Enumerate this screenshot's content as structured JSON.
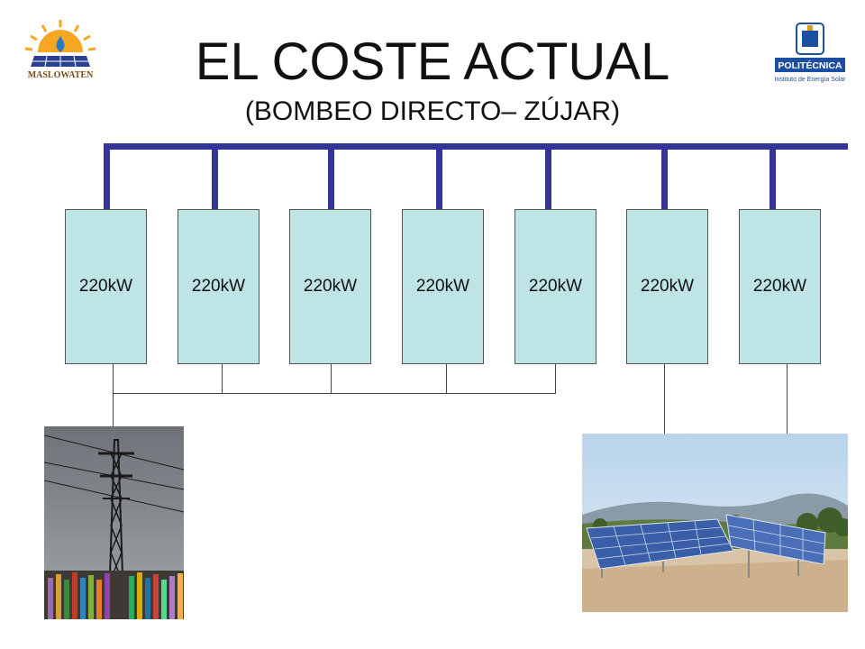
{
  "header": {
    "title": "EL COSTE ACTUAL",
    "subtitle": "(BOMBEO DIRECTO– ZÚJAR)"
  },
  "logos": {
    "left_text": "MASLOWATEN",
    "right_text": "POLITÉCNICA",
    "right_subtext": "Instituto de Energía Solar"
  },
  "units": [
    {
      "label": "220kW"
    },
    {
      "label": "220kW"
    },
    {
      "label": "220kW"
    },
    {
      "label": "220kW"
    },
    {
      "label": "220kW"
    },
    {
      "label": "220kW"
    },
    {
      "label": "220kW"
    }
  ],
  "colors": {
    "bus": "#333399",
    "unit_fill": "#bfe4e6",
    "sky": "#8a8d92"
  }
}
